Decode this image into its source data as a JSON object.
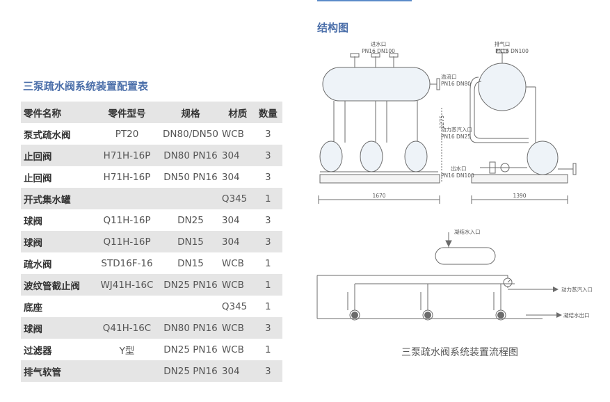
{
  "left_title": "三泵疏水阀系统装置配置表",
  "right_title": "结构图",
  "table": {
    "headers": [
      "零件名称",
      "零件型号",
      "规格",
      "材质",
      "数量"
    ],
    "rows": [
      [
        "泵式疏水阀",
        "PT20",
        "DN80/DN50",
        "WCB",
        "3"
      ],
      [
        "止回阀",
        "H71H-16P",
        "DN80 PN16",
        "304",
        "3"
      ],
      [
        "止回阀",
        "H71H-16P",
        "DN50 PN16",
        "304",
        "3"
      ],
      [
        "开式集水罐",
        "",
        "",
        "Q345",
        "1"
      ],
      [
        "球阀",
        "Q11H-16P",
        "DN25",
        "304",
        "3"
      ],
      [
        "球阀",
        "Q11H-16P",
        "DN15",
        "304",
        "3"
      ],
      [
        "疏水阀",
        "STD16F-16",
        "DN15",
        "WCB",
        "1"
      ],
      [
        "波纹管截止阀",
        "WJ41H-16C",
        "DN25 PN16",
        "WCB",
        "1"
      ],
      [
        "底座",
        "",
        "",
        "Q345",
        "1"
      ],
      [
        "球阀",
        "Q41H-16C",
        "DN80 PN16",
        "WCB",
        "3"
      ],
      [
        "过滤器",
        "Y型",
        "DN25 PN16",
        "WCB",
        "1"
      ],
      [
        "排气软管",
        "",
        "DN25 PN16",
        "304",
        "3"
      ]
    ]
  },
  "structure": {
    "inlet_label": "进水口",
    "inlet_spec": "PN16 DN100",
    "overflow_label": "溢流口",
    "overflow_spec": "PN16 DN80",
    "steam_label": "动力蒸汽入口",
    "steam_spec": "PN16 DN25",
    "outlet_label": "出水口",
    "outlet_spec": "PN16 DN100",
    "vent_label": "排气口",
    "vent_spec": "PN16 DN100",
    "height_dim": "1275",
    "width_dim": "1670",
    "depth_dim": "1390"
  },
  "flow": {
    "condensate_in": "凝结水入口",
    "steam_in": "动力蒸汽入口",
    "condensate_out": "凝结水出口",
    "caption": "三泵疏水阀系统装置流程图"
  },
  "colors": {
    "accent": "#4a6ea9",
    "row_shade": "#e5e5e5",
    "line": "#6b6b6b"
  }
}
